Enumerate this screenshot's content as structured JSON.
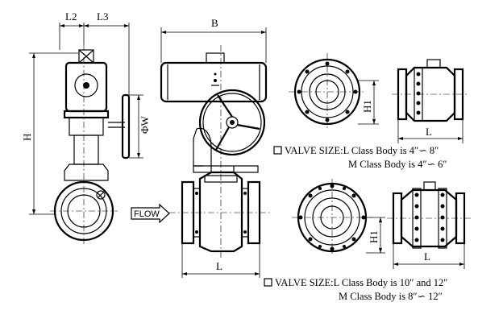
{
  "dimensions": {
    "l2": "L2",
    "l3": "L3",
    "b": "B",
    "h": "H",
    "phi_w": "ΦW",
    "l_main": "L",
    "h1_top": "H1",
    "l_top": "L",
    "h1_bottom": "H1",
    "l_bottom": "L"
  },
  "flow_label": "FLOW",
  "notes": {
    "small": {
      "line1": "VALVE SIZE:L Class Body is 4″∽ 8″",
      "line2": "M Class Body is 4″∽ 6″"
    },
    "large": {
      "line1": "VALVE SIZE:L Class Body is 10″ and 12″",
      "line2": "M Class Body is 8″∽ 12″"
    }
  }
}
